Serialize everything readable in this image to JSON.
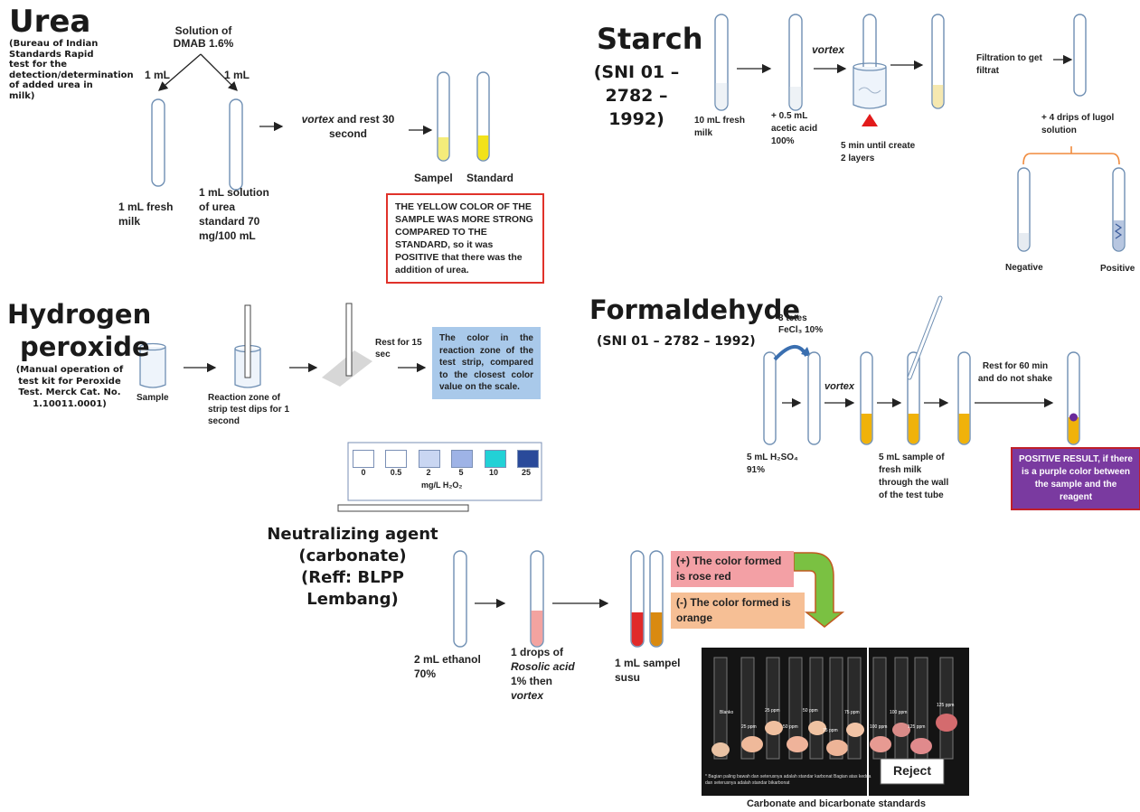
{
  "urea": {
    "title": "Urea",
    "subtitle": "(Bureau of Indian Standards  Rapid test for the detection/determination of added urea in milk)",
    "solution": "Solution of DMAB 1.6%",
    "vol_left": "1 mL",
    "vol_right": "1 mL",
    "fresh_milk": "1 mL fresh milk",
    "standard_solution": "1 mL solution of urea standard 70 mg/100 mL",
    "vortex_step_em": "vortex",
    "vortex_step_rest": " and rest 30 second",
    "sample_label": "Sampel",
    "standard_label": "Standard",
    "result": "THE YELLOW COLOR OF THE SAMPLE WAS MORE STRONG COMPARED TO THE STANDARD, so it was POSITIVE that there was the addition of urea."
  },
  "starch": {
    "title": "Starch",
    "standard": "(SNI 01 – 2782 – 1992)",
    "milk": "10 mL fresh milk",
    "acid": "+ 0.5 mL acetic acid 100%",
    "vortex": "vortex",
    "layers": "5 min until create 2 layers",
    "filtration": "Filtration to get filtrat",
    "lugol": "+ 4 drips of lugol solution",
    "negative": "Negative",
    "positive": "Positive"
  },
  "hydrogen_peroxide": {
    "title_line1": "Hydrogen",
    "title_line2": "peroxide",
    "subtitle": "(Manual operation of test kit for Peroxide Test. Merck Cat. No. 1.10011.0001)",
    "sample": "Sample",
    "reaction_zone": "Reaction zone  of strip test dips for 1 second",
    "rest": "Rest for 15 sec",
    "result": "The color in the reaction zone of the test strip, compared to the closest color value on the scale.",
    "scale_values": [
      "0",
      "0.5",
      "2",
      "5",
      "10",
      "25"
    ],
    "scale_colors": [
      "#ffffff",
      "#ffffff",
      "#c9d6f2",
      "#9eb3e6",
      "#22d1d6",
      "#2a4a9a"
    ],
    "scale_unit": "mg/L H₂O₂"
  },
  "formaldehyde": {
    "title": "Formaldehyde",
    "standard": "(SNI 01 – 2782 – 1992)",
    "reagent": "3 tetes FeCl₃ 10%",
    "acid": "5 mL H₂SO₄ 91%",
    "vortex": "vortex",
    "sample": "5 mL sample of fresh milk through the wall of the test tube",
    "rest": "Rest for 60 min and do not shake",
    "result": "POSITIVE RESULT, if there is a purple color between the sample and the reagent"
  },
  "neutralizing": {
    "title_line1": "Neutralizing agent",
    "title_line2": "(carbonate)",
    "title_line3": "(Reff: BLPP",
    "title_line4": "Lembang)",
    "ethanol": "2 mL ethanol 70%",
    "drops_line1": "1 drops of",
    "drops_em": "Rosolic acid",
    "drops_line3": "1% then",
    "drops_em2": "vortex",
    "sample": "1 mL sampel susu",
    "positive": "(+) The color formed is rose red",
    "negative": "(-) The color formed is orange",
    "reject": "Reject",
    "photo_caption": "Carbonate and bicarbonate standards",
    "photo_labels": [
      "Blanko",
      "25 ppm",
      "25 ppm",
      "50 ppm",
      "50 ppm",
      "75 ppm",
      "75 ppm",
      "100 ppm",
      "100 ppm",
      "125 ppm",
      "125 ppm"
    ],
    "photo_note": "* Bagian paling bawah dan seterusnya adalah standar karbonat  Bagian atas kedua dan seterusnya adalah standar bikarbonat"
  },
  "colors": {
    "yellow": "#f2e21a",
    "amber": "#e8a80a",
    "purple": "#7a3aa0",
    "rose": "#e02a2a",
    "orange_tube": "#d98a10",
    "pink_box": "#f3a0a5",
    "orange_box": "#f6bf95",
    "green_arrow": "#7ac142",
    "red_triangle": "#e21b1b"
  }
}
